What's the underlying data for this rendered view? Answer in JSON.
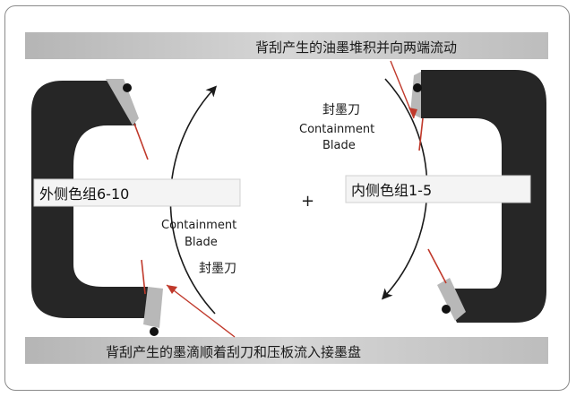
{
  "top_banner": "背刮产生的油墨堆积并向两端流动",
  "bottom_banner": "背刮产生的墨滴顺着刮刀和压板流入接墨盘",
  "left_label": "外侧色组6-10",
  "right_label": "内侧色组1-5",
  "blade_right": {
    "cn": "封墨刀",
    "en_line1": "Containment",
    "en_line2": "Blade"
  },
  "blade_left": {
    "cn": "封墨刀",
    "en_line1": "Containment",
    "en_line2": "Blade"
  },
  "center_mark": "+",
  "colors": {
    "dark": "#262626",
    "banner": "#c9c9c9",
    "blade": "#b8b8b8",
    "red": "#c0392b",
    "arrow": "#1a1a1a"
  }
}
